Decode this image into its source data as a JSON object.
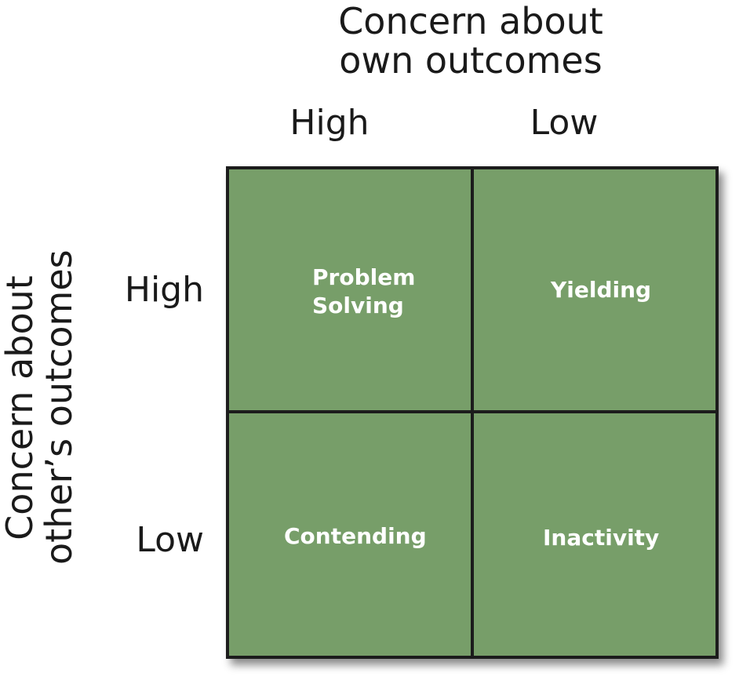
{
  "top_axis": {
    "line1": "Concern about",
    "line2": "own outcomes",
    "high_label": "High",
    "low_label": "Low"
  },
  "left_axis": {
    "line1": "Concern about",
    "line2": "other’s outcomes",
    "high_label": "High",
    "low_label": "Low"
  },
  "cells": {
    "high_high": "Problem\nSolving",
    "own_low_other_high": "Yielding",
    "own_high_other_low": "Contending",
    "low_low": "Inactivity"
  },
  "colors": {
    "cell_fill": "#779e69",
    "border": "#1c1c1c",
    "cell_text": "#ffffff"
  }
}
